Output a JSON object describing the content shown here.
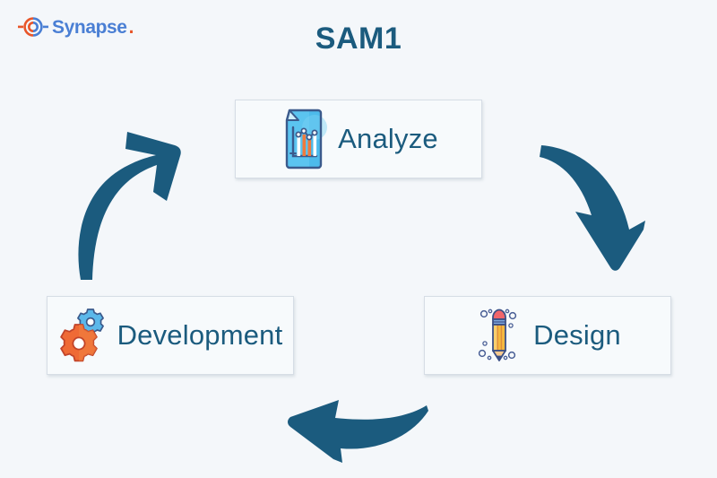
{
  "brand": {
    "name": "Synapse",
    "trailing_dot": ".",
    "logo_icon": "synapse-circle-logo",
    "text_color": "#4a7fd4",
    "accent_color": "#e8562a"
  },
  "header": {
    "title": "SAM1",
    "title_color": "#1b5b7e"
  },
  "diagram": {
    "type": "cycle",
    "accent_color": "#1b5b7e",
    "background_color": "#f4f7fa",
    "stages": [
      {
        "id": "analyze",
        "label": "Analyze",
        "icon": "document-chart-icon",
        "position": "top-center"
      },
      {
        "id": "design",
        "label": "Design",
        "icon": "pencil-icon",
        "position": "bottom-right"
      },
      {
        "id": "development",
        "label": "Development",
        "icon": "gears-icon",
        "position": "bottom-left"
      }
    ],
    "arrows": [
      {
        "id": "analyze-to-design",
        "icon": "curved-arrow-down-icon",
        "from": "analyze",
        "to": "design"
      },
      {
        "id": "design-to-development",
        "icon": "curved-arrow-left-icon",
        "from": "design",
        "to": "development"
      },
      {
        "id": "development-to-analyze",
        "icon": "curved-arrow-up-right-icon",
        "from": "development",
        "to": "analyze"
      }
    ]
  }
}
